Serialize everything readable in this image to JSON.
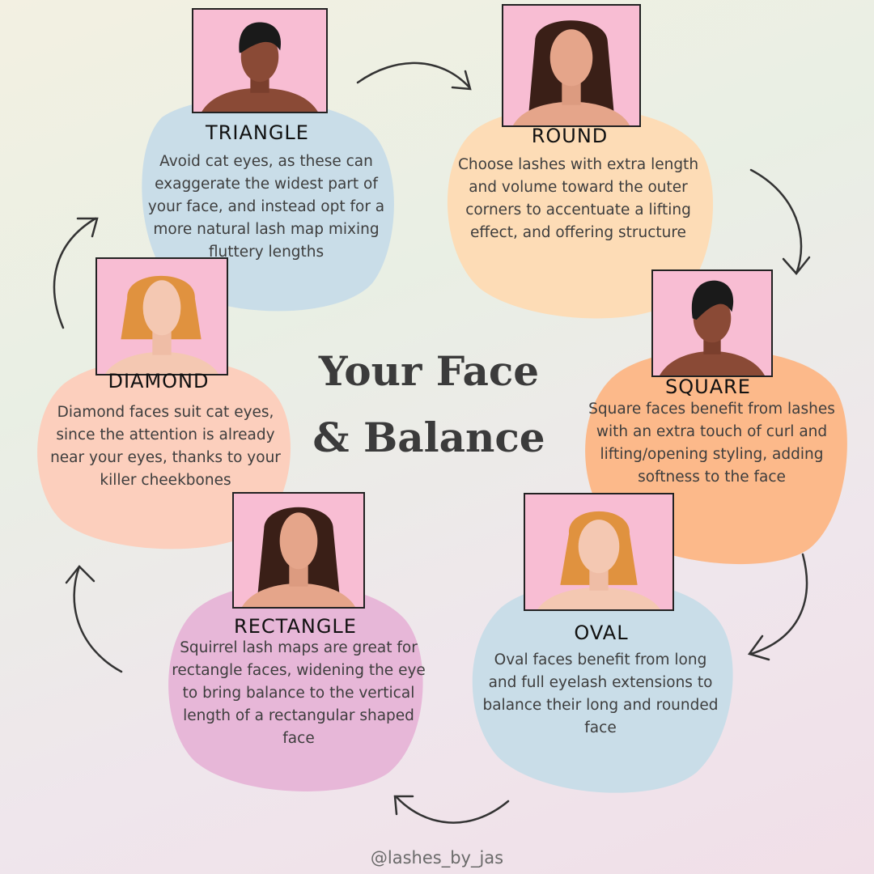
{
  "title": {
    "line1": "Your Face",
    "line2": "& Balance"
  },
  "handle": "@lashes_by_jas",
  "colors": {
    "blue": "#c9dde8",
    "peach": "#fddcb6",
    "orange": "#fcb98a",
    "salmon": "#fccfbd",
    "pink": "#e7b7d8",
    "photo_bg": "#f8bdd3"
  },
  "shapes": [
    {
      "key": "triangle",
      "label": "TRIANGLE",
      "description": "Avoid cat eyes, as these can exaggerate the widest part of your face, and instead opt for a more natural lash map mixing fluttery lengths"
    },
    {
      "key": "round",
      "label": "ROUND",
      "description": "Choose lashes with extra length and volume toward the outer corners to accentuate a lifting effect, and offering structure"
    },
    {
      "key": "square",
      "label": "SQUARE",
      "description": "Square faces benefit from lashes with an extra touch of curl and lifting/opening styling, adding softness to the face"
    },
    {
      "key": "oval",
      "label": "OVAL",
      "description": "Oval faces benefit from long and full eyelash extensions to balance their long and rounded face"
    },
    {
      "key": "rectangle",
      "label": "RECTANGLE",
      "description": "Squirrel lash maps are great for rectangle faces, widening the eye to bring balance to the vertical length of a rectangular shaped face"
    },
    {
      "key": "diamond",
      "label": "DIAMOND",
      "description": "Diamond faces suit cat eyes, since the attention is already near your eyes, thanks to your killer cheekbones"
    }
  ]
}
